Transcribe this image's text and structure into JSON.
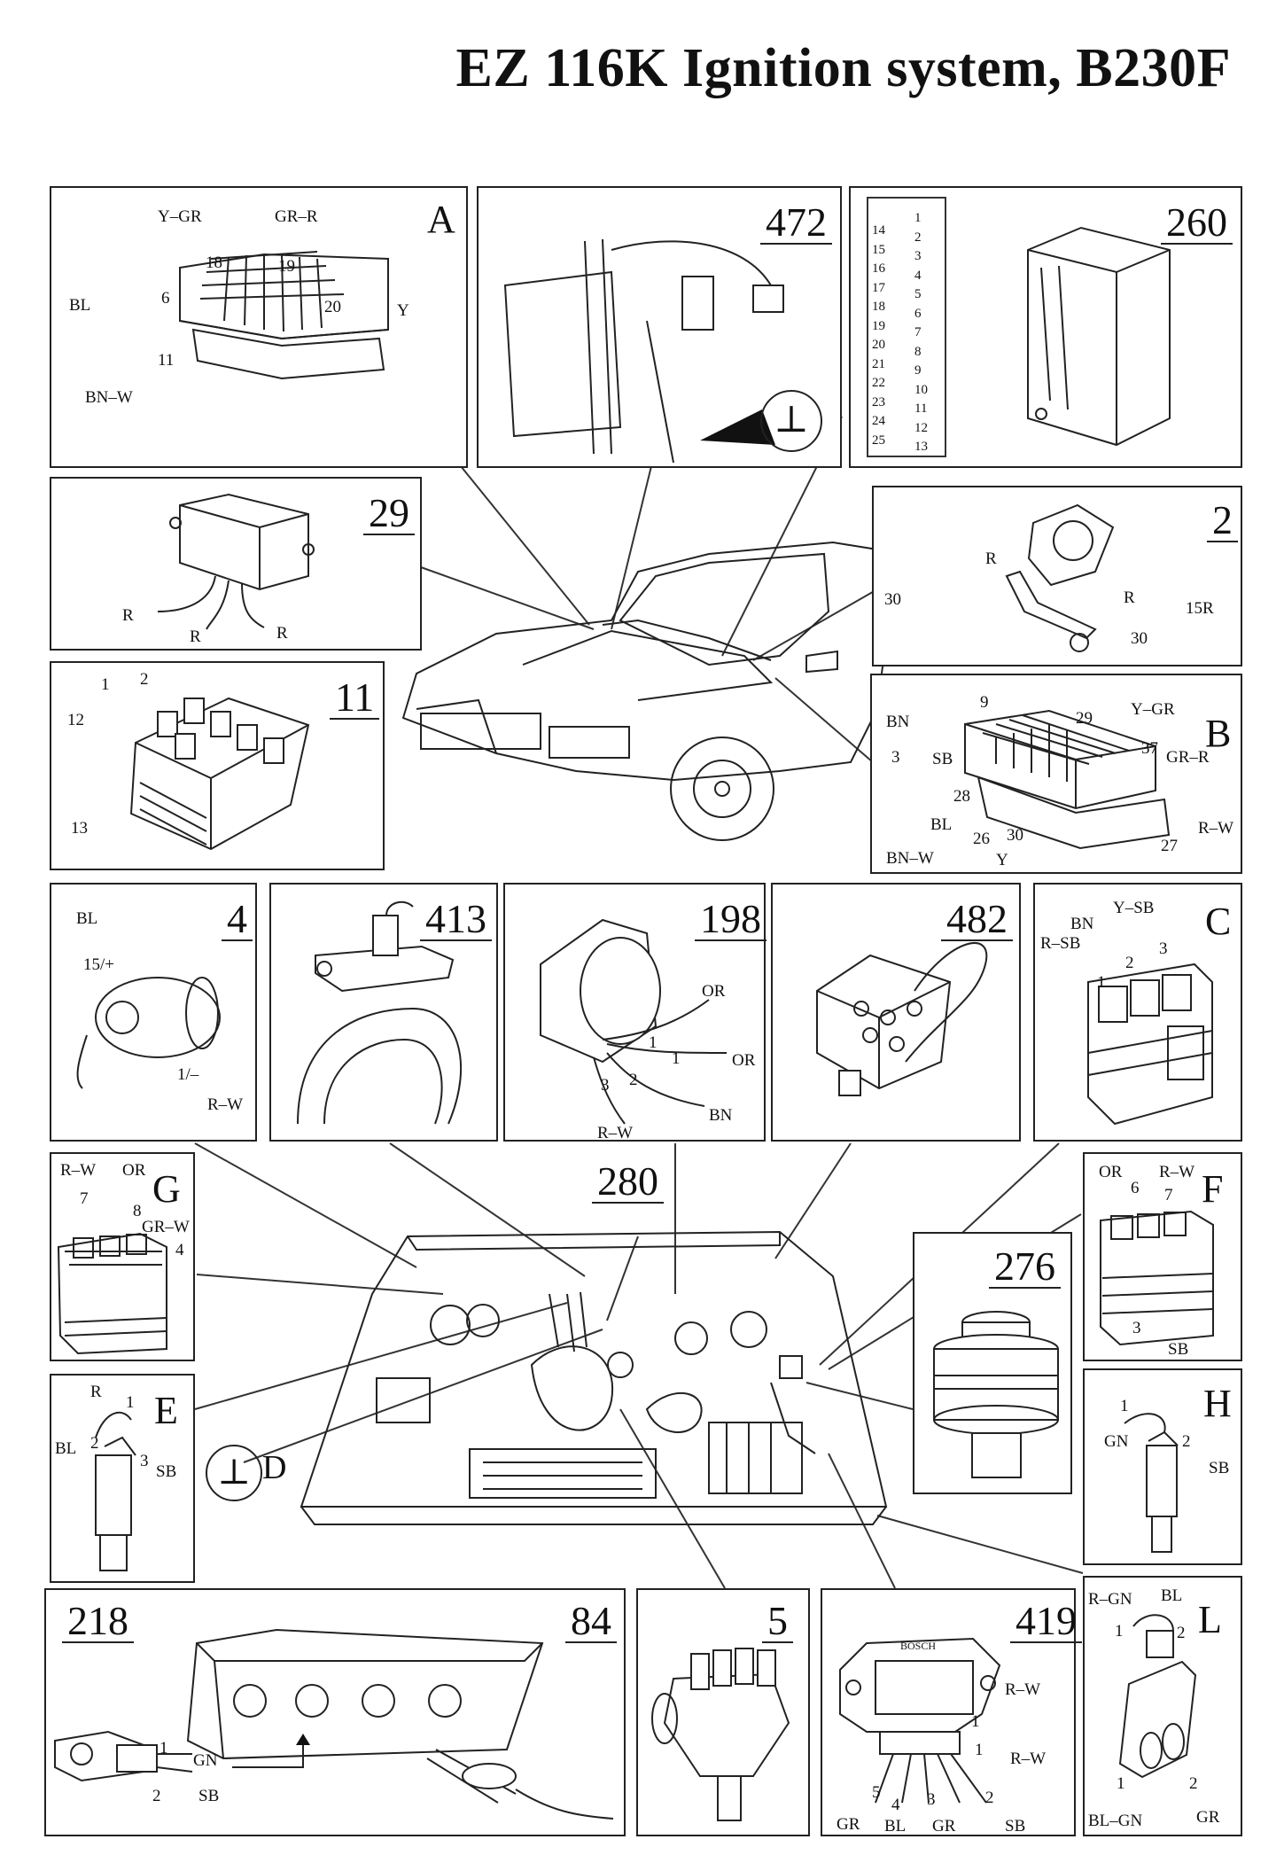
{
  "title": "EZ 116K Ignition system, B230F",
  "connectors": {
    "A": {
      "letter": "A",
      "labels": [
        "Y–GR",
        "GR–R",
        "18",
        "19",
        "BL",
        "6",
        "20",
        "Y",
        "11",
        "BN–W"
      ]
    },
    "B": {
      "letter": "B",
      "labels": [
        "9",
        "BN",
        "29",
        "Y–GR",
        "3",
        "SB",
        "37",
        "GR–R",
        "28",
        "BL",
        "26",
        "30",
        "Y",
        "BN–W",
        "27",
        "R–W"
      ]
    },
    "C": {
      "letter": "C",
      "labels": [
        "BN",
        "Y–SB",
        "R–SB",
        "3",
        "2",
        "1"
      ]
    },
    "D": {
      "letter": "D",
      "symbol": "⊥"
    },
    "E": {
      "letter": "E",
      "labels": [
        "R",
        "1",
        "BL",
        "2",
        "3",
        "SB"
      ]
    },
    "F": {
      "letter": "F",
      "labels": [
        "OR",
        "R–W",
        "6",
        "7",
        "3",
        "SB"
      ]
    },
    "G": {
      "letter": "G",
      "labels": [
        "R–W",
        "OR",
        "7",
        "8",
        "GR–W",
        "4"
      ]
    },
    "H": {
      "letter": "H",
      "labels": [
        "1",
        "GN",
        "2",
        "SB"
      ]
    },
    "L": {
      "letter": "L",
      "labels": [
        "R–GN",
        "BL",
        "1",
        "2",
        "1",
        "2",
        "BL–GN",
        "GR"
      ]
    }
  },
  "components": {
    "c472": {
      "num": "472",
      "symbol": "⊥"
    },
    "c260": {
      "num": "260",
      "pins_left": [
        "14",
        "15",
        "16",
        "17",
        "18",
        "19",
        "20",
        "21",
        "22",
        "23",
        "24",
        "25"
      ],
      "pins_right": [
        "1",
        "2",
        "3",
        "4",
        "5",
        "6",
        "7",
        "8",
        "9",
        "10",
        "11",
        "12",
        "13"
      ]
    },
    "c29": {
      "num": "29",
      "labels": [
        "R",
        "R",
        "R"
      ]
    },
    "c2": {
      "num": "2",
      "labels": [
        "R",
        "30",
        "R",
        "30",
        "15R"
      ]
    },
    "c11": {
      "num": "11",
      "labels": [
        "1",
        "2",
        "12",
        "13"
      ]
    },
    "c4": {
      "num": "4",
      "labels": [
        "BL",
        "15/+",
        "1/–",
        "R–W"
      ]
    },
    "c413": {
      "num": "413"
    },
    "c198": {
      "num": "198",
      "labels": [
        "OR",
        "1",
        "1",
        "OR",
        "3",
        "2",
        "R–W",
        "BN"
      ]
    },
    "c482": {
      "num": "482"
    },
    "c280": {
      "num": "280"
    },
    "c276": {
      "num": "276"
    },
    "c218": {
      "num": "218",
      "labels": [
        "1",
        "GN",
        "2",
        "SB"
      ]
    },
    "c84": {
      "num": "84"
    },
    "c5": {
      "num": "5"
    },
    "c419": {
      "num": "419",
      "brand": "BOSCH",
      "labels": [
        "R–W",
        "1",
        "1",
        "R–W",
        "5",
        "4",
        "3",
        "2",
        "GR",
        "BL",
        "GR",
        "SB"
      ]
    }
  }
}
